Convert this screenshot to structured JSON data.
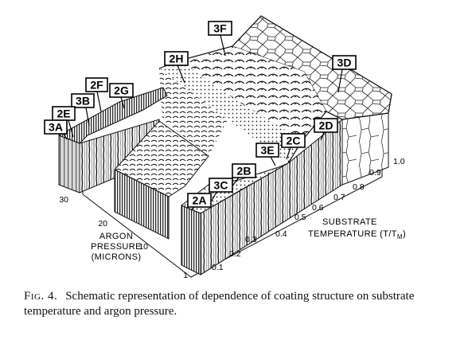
{
  "figure": {
    "labels": [
      "3F",
      "2H",
      "3D",
      "2F",
      "2G",
      "3B",
      "2E",
      "3A",
      "2D",
      "2C",
      "3E",
      "2B",
      "3C",
      "2A"
    ],
    "pressure_axis": {
      "title_lines": [
        "ARGON",
        "PRESSURE",
        "(MICRONS)"
      ],
      "ticks": [
        "30",
        "20",
        "10",
        "1"
      ]
    },
    "temperature_axis": {
      "title_line1": "SUBSTRATE",
      "title_line2": "TEMPERATURE (T/T",
      "title_sub": "M",
      "title_close": ")",
      "ticks": [
        "0.1",
        "0.2",
        "0.3",
        "0.4",
        "0.5",
        "0.6",
        "0.7",
        "0.8",
        "0.9",
        "1.0"
      ]
    }
  },
  "caption": {
    "label": "Fig. 4.",
    "text": "Schematic representation of dependence of coating structure on substrate temperature and argon pressure."
  }
}
